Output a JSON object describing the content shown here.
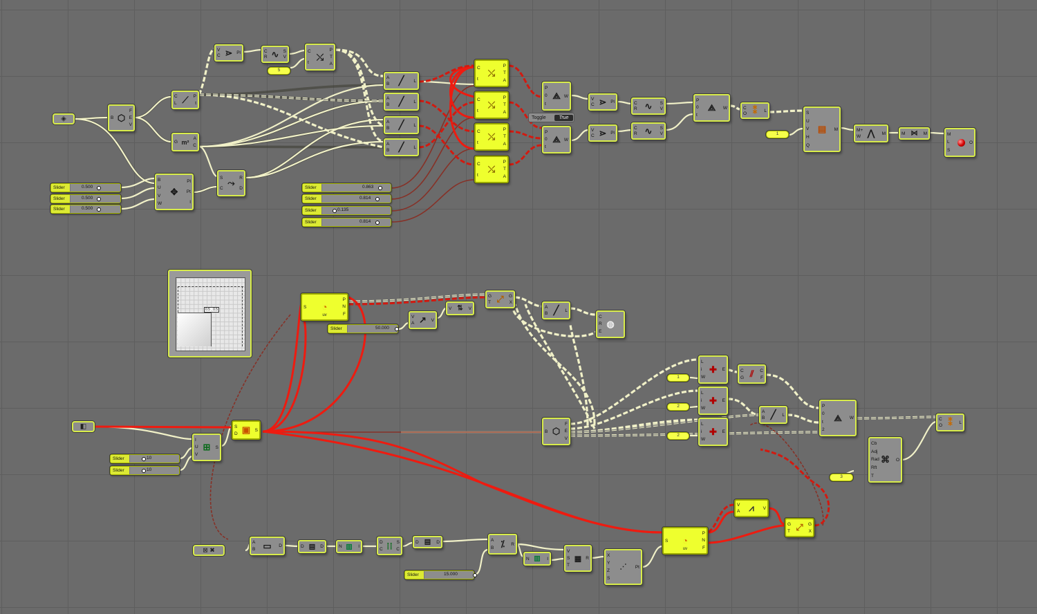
{
  "sliders": {
    "s_uvw1": {
      "label": "Slider",
      "value": "0.500"
    },
    "s_uvw2": {
      "label": "Slider",
      "value": "0.500"
    },
    "s_uvw3": {
      "label": "Slider",
      "value": "0.500"
    },
    "s_t1": {
      "label": "Slider",
      "value": "0.863"
    },
    "s_t2": {
      "label": "Slider",
      "value": "0.814"
    },
    "s_t3": {
      "label": "Slider",
      "value": "0.135"
    },
    "s_t4": {
      "label": "Slider",
      "value": "0.814"
    },
    "s_sdf": {
      "label": "Slider",
      "value": "50.000"
    },
    "s_cnt1": {
      "label": "Slider",
      "value": "10"
    },
    "s_cnt2": {
      "label": "Slider",
      "value": "10"
    },
    "s_bottom": {
      "label": "Slider",
      "value": "15.000"
    }
  },
  "panels": {
    "p_5": "5",
    "p_1": "1",
    "p_a": "1",
    "p_b": "2",
    "p_c": "2",
    "p_3": "3"
  },
  "toggle": {
    "label": "Toggle",
    "value": "True"
  },
  "graph_mapper": {
    "point_label": "0.5 , 0.5"
  },
  "node_labels": {
    "uv": "uv",
    "uv2": "uv",
    "pl": "Pl",
    "pt": "Pt"
  }
}
